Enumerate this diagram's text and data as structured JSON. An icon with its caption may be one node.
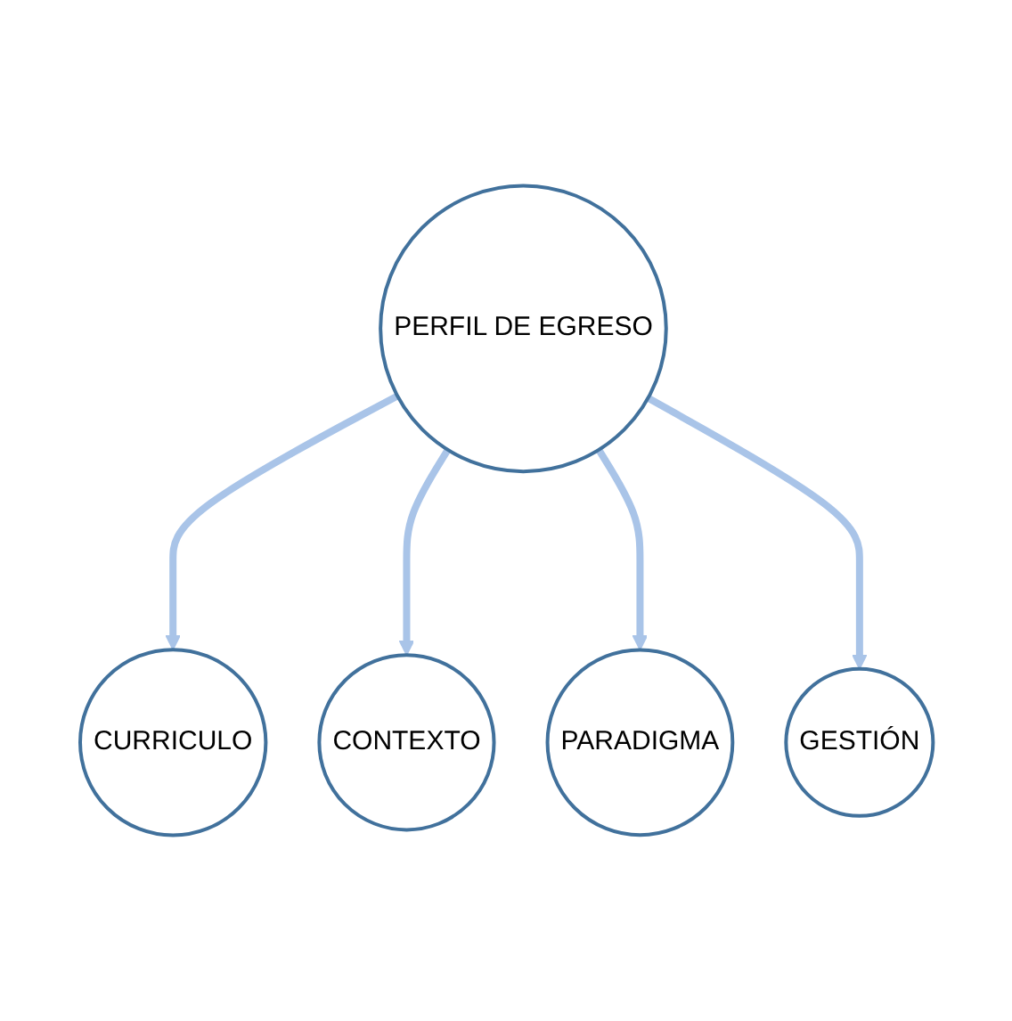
{
  "diagram": {
    "nodes": [
      {
        "text": [
          "CURRICULO"
        ]
      },
      {
        "text": [
          "GESTIÓN"
        ]
      },
      {
        "text": [
          "PERFIL DE EGRESO"
        ]
      },
      {
        "text": [
          "CONTEXTO"
        ]
      },
      {
        "text": [
          "PARADIGMA"
        ]
      }
    ],
    "edges": [
      {
        "from": 2,
        "to": 0,
        "arrow": "to"
      },
      {
        "from": 2,
        "to": 3,
        "arrow": "to"
      },
      {
        "from": 2,
        "to": 4,
        "arrow": "to"
      },
      {
        "from": 2,
        "to": 1,
        "arrow": "to"
      }
    ]
  }
}
